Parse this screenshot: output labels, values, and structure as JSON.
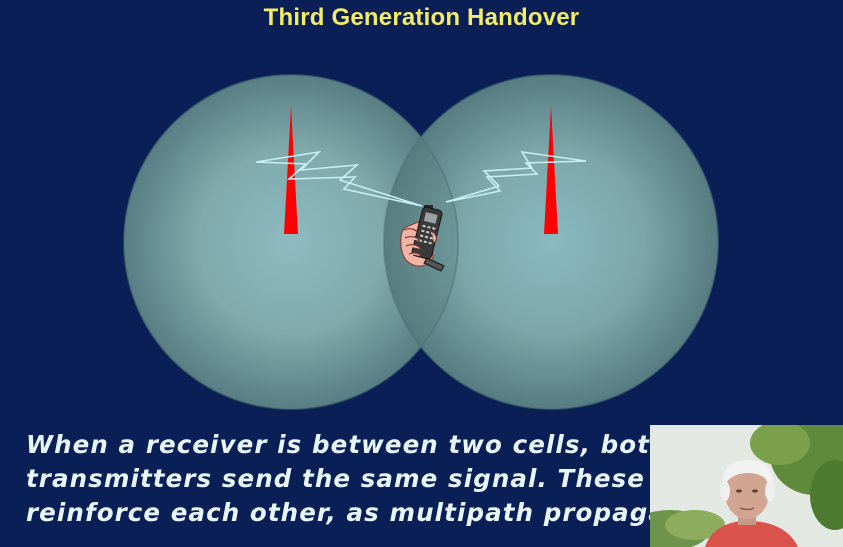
{
  "slide": {
    "title": "Third Generation Handover",
    "caption_lines": [
      "When a receiver is between two cells, both",
      "transmitters send the same signal. These",
      "reinforce each other, as multipath propagation"
    ]
  },
  "diagram": {
    "cells": [
      {
        "name": "left-cell"
      },
      {
        "name": "right-cell"
      }
    ],
    "transmitters": [
      {
        "name": "left-transmitter",
        "color": "#ff0000"
      },
      {
        "name": "right-transmitter",
        "color": "#ff0000"
      }
    ],
    "signals": [
      {
        "name": "left-lightning-signal"
      },
      {
        "name": "right-lightning-signal"
      }
    ],
    "receiver_icon": "hand-holding-mobile-phone-icon"
  },
  "colors": {
    "background": "#0b1f57",
    "title": "#f2ec6a",
    "caption": "#e8f6ff",
    "cell_fill": "#7fa6a6",
    "transmitter": "#ff0000",
    "lightning": "#bfe8ee"
  },
  "webcam": {
    "subject": "presenter-video-overlay"
  }
}
